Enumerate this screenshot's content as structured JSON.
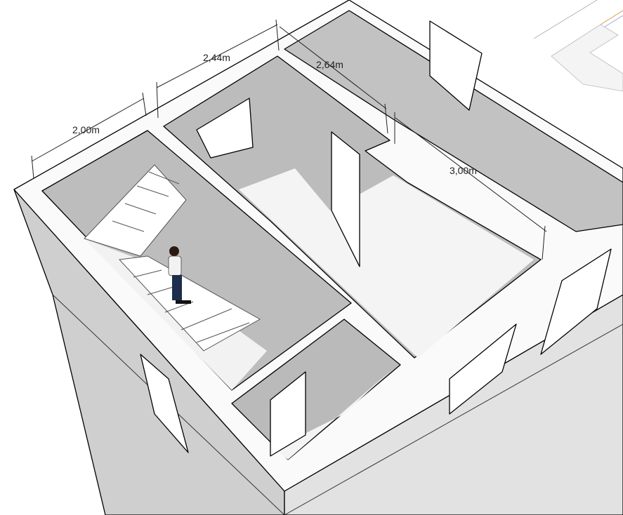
{
  "model": {
    "dimensions": [
      {
        "label": "2,00m"
      },
      {
        "label": "2,44m"
      },
      {
        "label": "2,64m"
      },
      {
        "label": "3,00m"
      }
    ],
    "colors": {
      "wall_face": "#c4c4c4",
      "outer_left": "#d0d0d0",
      "outer_right": "#e0e0e0",
      "interior_wall": "#b8b8b8",
      "floor": "#ffffff",
      "edge": "#000000"
    }
  }
}
